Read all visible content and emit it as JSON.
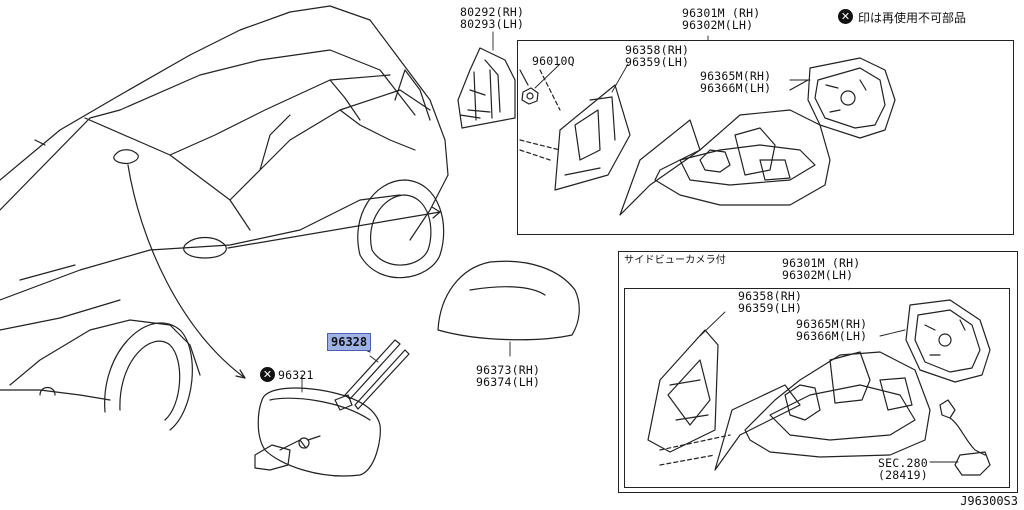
{
  "note": {
    "text": "印は再使用不可部品"
  },
  "drawing_ref": "J96300S3",
  "parts": {
    "p80292": "80292(RH)\n80293(LH)",
    "p96010q": "96010Q",
    "p96301_top": "96301M (RH)\n96302M(LH)",
    "p96358_top": "96358(RH)\n96359(LH)",
    "p96365_top": "96365M(RH)\n96366M(LH)",
    "p96328": "96328",
    "p96321": "96321",
    "p96373": "96373(RH)\n96374(LH)",
    "box2_title": "サイドビューカメラ付",
    "p96301_bot": "96301M (RH)\n96302M(LH)",
    "p96358_bot": "96358(RH)\n96359(LH)",
    "p96365_bot": "96365M(RH)\n96366M(LH)",
    "sec280": "SEC.280\n(28419)"
  }
}
